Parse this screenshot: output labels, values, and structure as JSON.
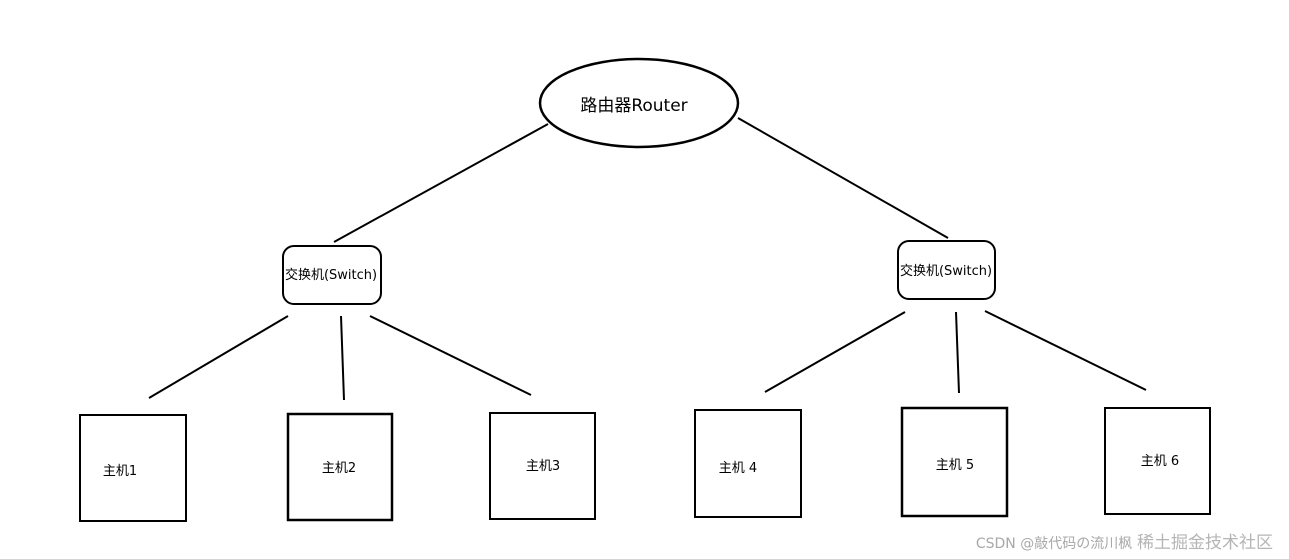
{
  "diagram": {
    "router": {
      "label": "路由器Router"
    },
    "switches": [
      {
        "label": "交换机(Switch)"
      },
      {
        "label": "交换机(Switch)"
      }
    ],
    "hosts": [
      {
        "label": "主机1"
      },
      {
        "label": "主机2"
      },
      {
        "label": "主机3"
      },
      {
        "label": "主机 4"
      },
      {
        "label": "主机 5"
      },
      {
        "label": "主机 6"
      }
    ]
  },
  "watermark": {
    "source": "CSDN @敲代码の流川枫",
    "overlay": "稀土掘金技术社区"
  }
}
